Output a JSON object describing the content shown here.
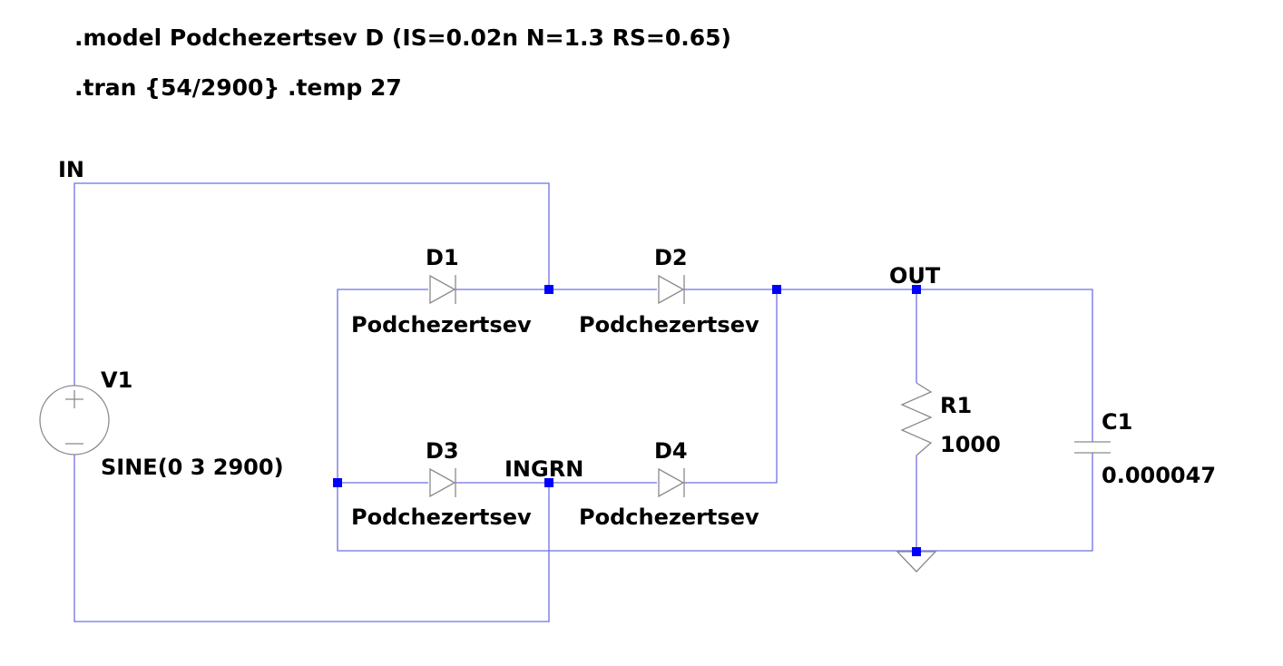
{
  "directives": {
    "model": ".model Podchezertsev D (IS=0.02n N=1.3 RS=0.65)",
    "tran": ".tran {54/2900} .temp 27"
  },
  "nets": {
    "in": "IN",
    "out": "OUT",
    "ingrn": "INGRN"
  },
  "components": {
    "v1": {
      "name": "V1",
      "value": "SINE(0 3 2900)"
    },
    "d1": {
      "name": "D1",
      "model": "Podchezertsev"
    },
    "d2": {
      "name": "D2",
      "model": "Podchezertsev"
    },
    "d3": {
      "name": "D3",
      "model": "Podchezertsev"
    },
    "d4": {
      "name": "D4",
      "model": "Podchezertsev"
    },
    "r1": {
      "name": "R1",
      "value": "1000"
    },
    "c1": {
      "name": "C1",
      "value": "0.000047"
    }
  },
  "colors": {
    "wire": "#6f6fe6",
    "junction": "#0000ff",
    "symbol": "#8a8a8a",
    "text": "#000000"
  }
}
